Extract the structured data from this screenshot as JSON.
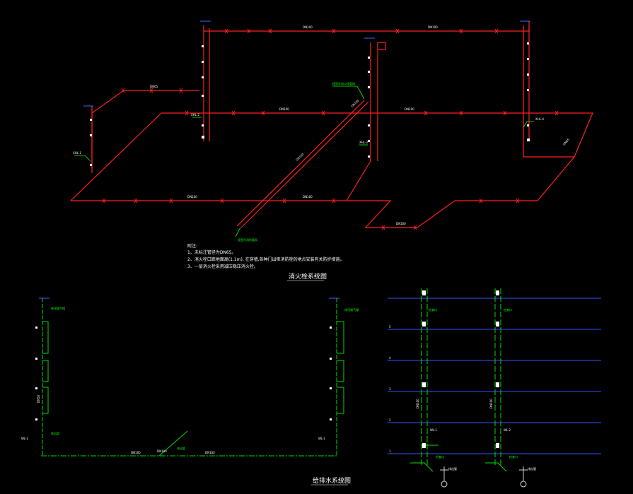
{
  "drawing": {
    "background": "#000000",
    "colors": {
      "fire_pipe": "#ff2020",
      "drain_pipe": "#00dd00",
      "floor_line": "#3355ff",
      "text": "#ffffff",
      "marker": "#ffff00",
      "leader": "#00ff00"
    }
  },
  "fire_system": {
    "title": "消火栓系统图",
    "notes": {
      "heading": "附注:",
      "line1": "1、未标注管径为DN65。",
      "line2": "2、消火栓口距地面高(1.1m),  在穿墙,各种门出柜消防栓的地点安装有关防护措施。",
      "line3": "3、一层消火栓采用减压稳压消火栓。"
    },
    "labels": {
      "riser_a": "XHL-1",
      "riser_b": "XHL-2",
      "riser_c": "XHL-3",
      "riser_d": "XHL-4",
      "main_a": "DN100",
      "main_b": "DN100",
      "main_c": "DN100",
      "main_d": "DN100",
      "main_e": "DN100",
      "main_f": "DN100",
      "main_g": "DN100",
      "diag_a": "DN100",
      "diag_b": "DN100",
      "branch_a": "DN65",
      "branch_b": "DN65",
      "leader_top": "接室外消火栓管网",
      "leader_bottom": "接室外消防管网"
    }
  },
  "drain_system": {
    "title": "给排水系统图",
    "labels": {
      "vent_a": "伸顶通气帽",
      "vent_b": "伸顶通气帽",
      "size_a": "DN100",
      "size_b": "DN100",
      "size_c": "DN100",
      "riser_a": "WL-1",
      "riser_b": "WL-1",
      "outlet_a": "排出管",
      "outlet_b": "排出管",
      "trap_label": "DN50",
      "riser_c": "WL-1",
      "riser_d": "WL-2",
      "cap_a": "检查口",
      "cap_b": "检查口",
      "cap_c": "检查口",
      "cap_d": "检查口",
      "cap_e": "检查口",
      "cap_f": "检查口",
      "stack_a": "DN100",
      "stack_b": "DN100",
      "floor_a": "1",
      "floor_b": "2",
      "floor_c": "3",
      "floor_d": "4",
      "floor_e": "5",
      "rf_a": "排出管",
      "rf_b": "排出管"
    }
  }
}
